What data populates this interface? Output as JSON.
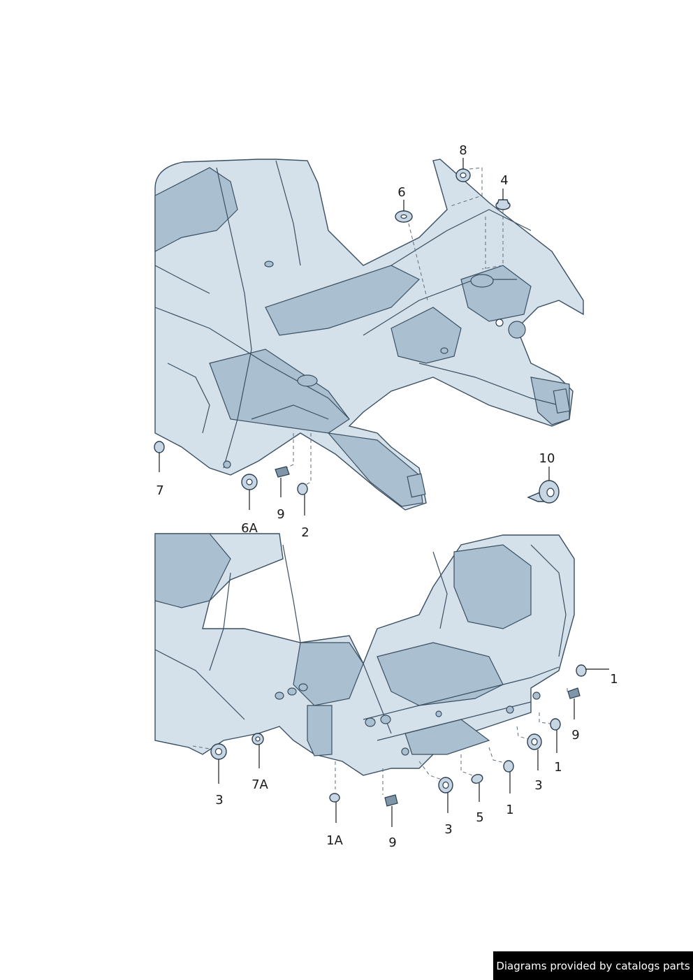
{
  "callouts": {
    "c8": "8",
    "c6": "6",
    "c4": "4",
    "c10": "10",
    "c7": "7",
    "c6a": "6A",
    "c9a": "9",
    "c2": "2",
    "c1r": "1",
    "c9r": "9",
    "c1b": "1",
    "c3r": "3",
    "c3l": "3",
    "c7a": "7A",
    "c1a": "1A",
    "c9b": "9",
    "c3b": "3",
    "c5": "5",
    "c1c": "1"
  },
  "footer": {
    "text": "Diagrams provided by catalogs parts"
  }
}
